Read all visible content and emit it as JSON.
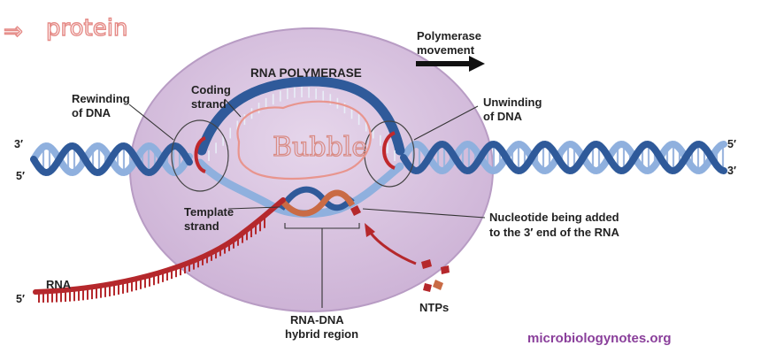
{
  "annotation": {
    "text": "protein",
    "arrow_glyph": "⇒"
  },
  "labels": {
    "enzyme": "RNA POLYMERASE",
    "movement_line1": "Polymerase",
    "movement_line2": "movement",
    "rewinding_line1": "Rewinding",
    "rewinding_line2": "of DNA",
    "unwinding_line1": "Unwinding",
    "unwinding_line2": "of DNA",
    "coding_line1": "Coding",
    "coding_line2": "strand",
    "template_line1": "Template",
    "template_line2": "strand",
    "nucleotide_line1": "Nucleotide being added",
    "nucleotide_line2": "to the 3′ end of the RNA",
    "hybrid_line1": "RNA-DNA",
    "hybrid_line2": "hybrid region",
    "rna": "RNA",
    "ntps": "NTPs",
    "bubble": "Bubble"
  },
  "ends": {
    "left_top": "3′",
    "left_bottom": "5′",
    "right_top": "5′",
    "right_bottom": "3′",
    "rna_end": "5′"
  },
  "watermark": "microbiologynotes.org",
  "colors": {
    "enzyme_fill": "#d9c4e0",
    "enzyme_stroke": "#b89cc4",
    "dna_dark": "#2f5a9a",
    "dna_light": "#8fb0de",
    "rna_red": "#b5282c",
    "handwriting": "#e58a86",
    "watermark": "#8a3f9b"
  }
}
